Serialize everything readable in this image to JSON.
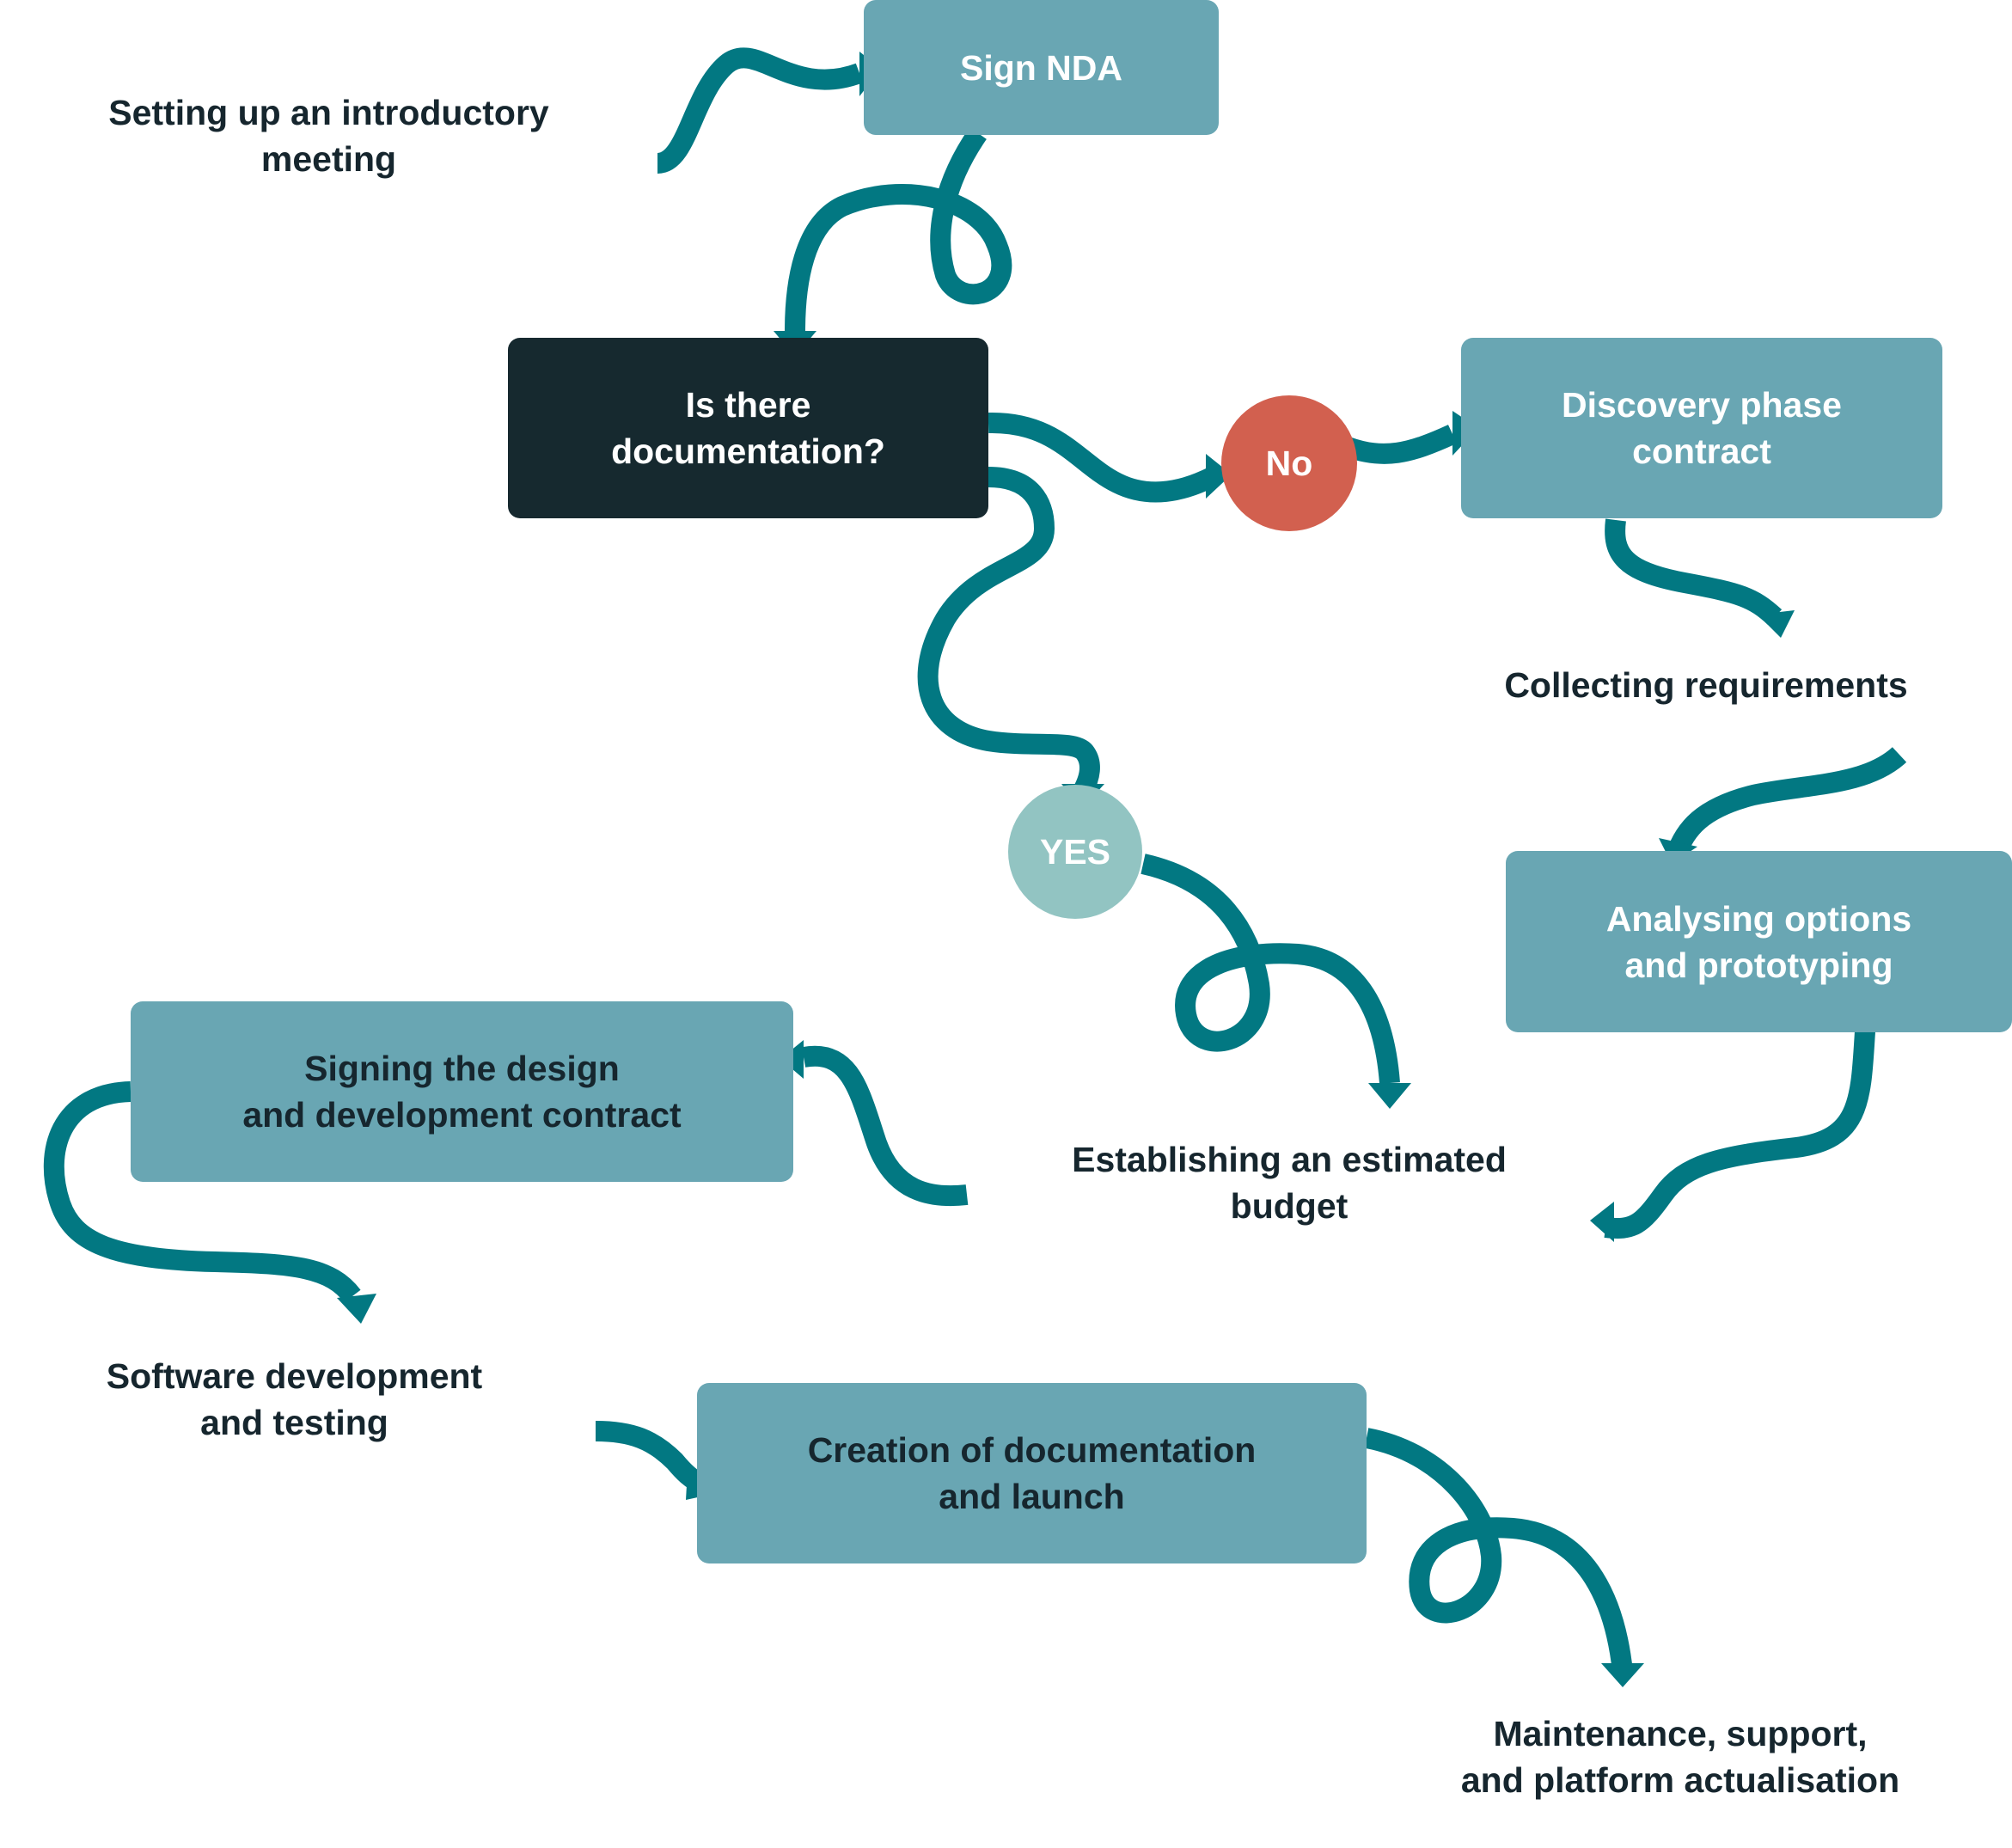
{
  "colors": {
    "arrow": "#027882",
    "box": "#69a6b3",
    "decision_box": "#16292f",
    "no_circle": "#d2604f",
    "yes_circle": "#92c4c2",
    "text_dark": "#16262e",
    "text_light": "#ffffff"
  },
  "steps": {
    "intro_meeting": "Setting up an introductory\nmeeting",
    "sign_nda": "Sign NDA",
    "documentation_question": "Is there\ndocumentation?",
    "no": "No",
    "yes": "YES",
    "discovery_contract": "Discovery phase\ncontract",
    "collecting_requirements": "Collecting requirements",
    "analysing_options": "Analysing options\nand prototyping",
    "estimated_budget": "Establishing an estimated\nbudget",
    "design_contract": "Signing the design\nand development contract",
    "software_development": "Software development\nand testing",
    "documentation_launch": "Creation of documentation\nand launch",
    "maintenance": "Maintenance, support,\nand platform actualisation"
  }
}
